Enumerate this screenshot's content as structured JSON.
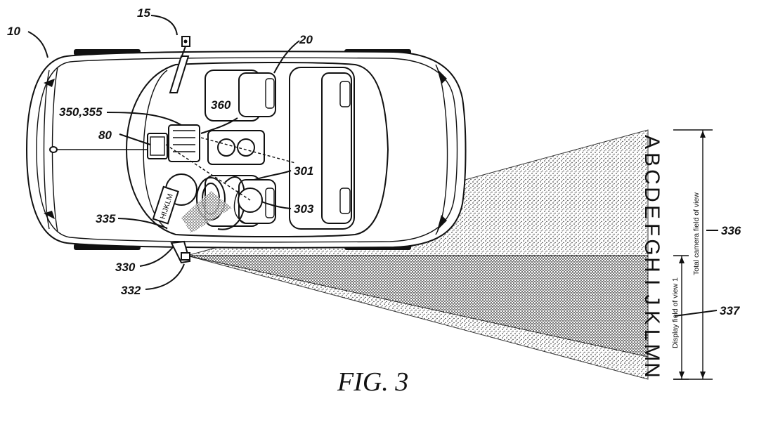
{
  "figure": {
    "caption": "FIG. 3",
    "reference_numerals": {
      "vehicle": "10",
      "mirror": "15",
      "seats": "20",
      "controller": "350,355",
      "display": "80",
      "sensor": "360",
      "driver": "301",
      "driver_head": "303",
      "display_image": "335",
      "camera": "330",
      "camera_lens": "332",
      "total_field": "336",
      "display_field": "337"
    },
    "scene_letters": [
      "A",
      "B",
      "C",
      "D",
      "E",
      "F",
      "G",
      "H",
      "I",
      "J",
      "K",
      "L",
      "M",
      "N"
    ],
    "display_letters": "HIJKLM",
    "dimension_labels": {
      "total": "Total camera field of view",
      "display": "Display field of view 1"
    }
  }
}
